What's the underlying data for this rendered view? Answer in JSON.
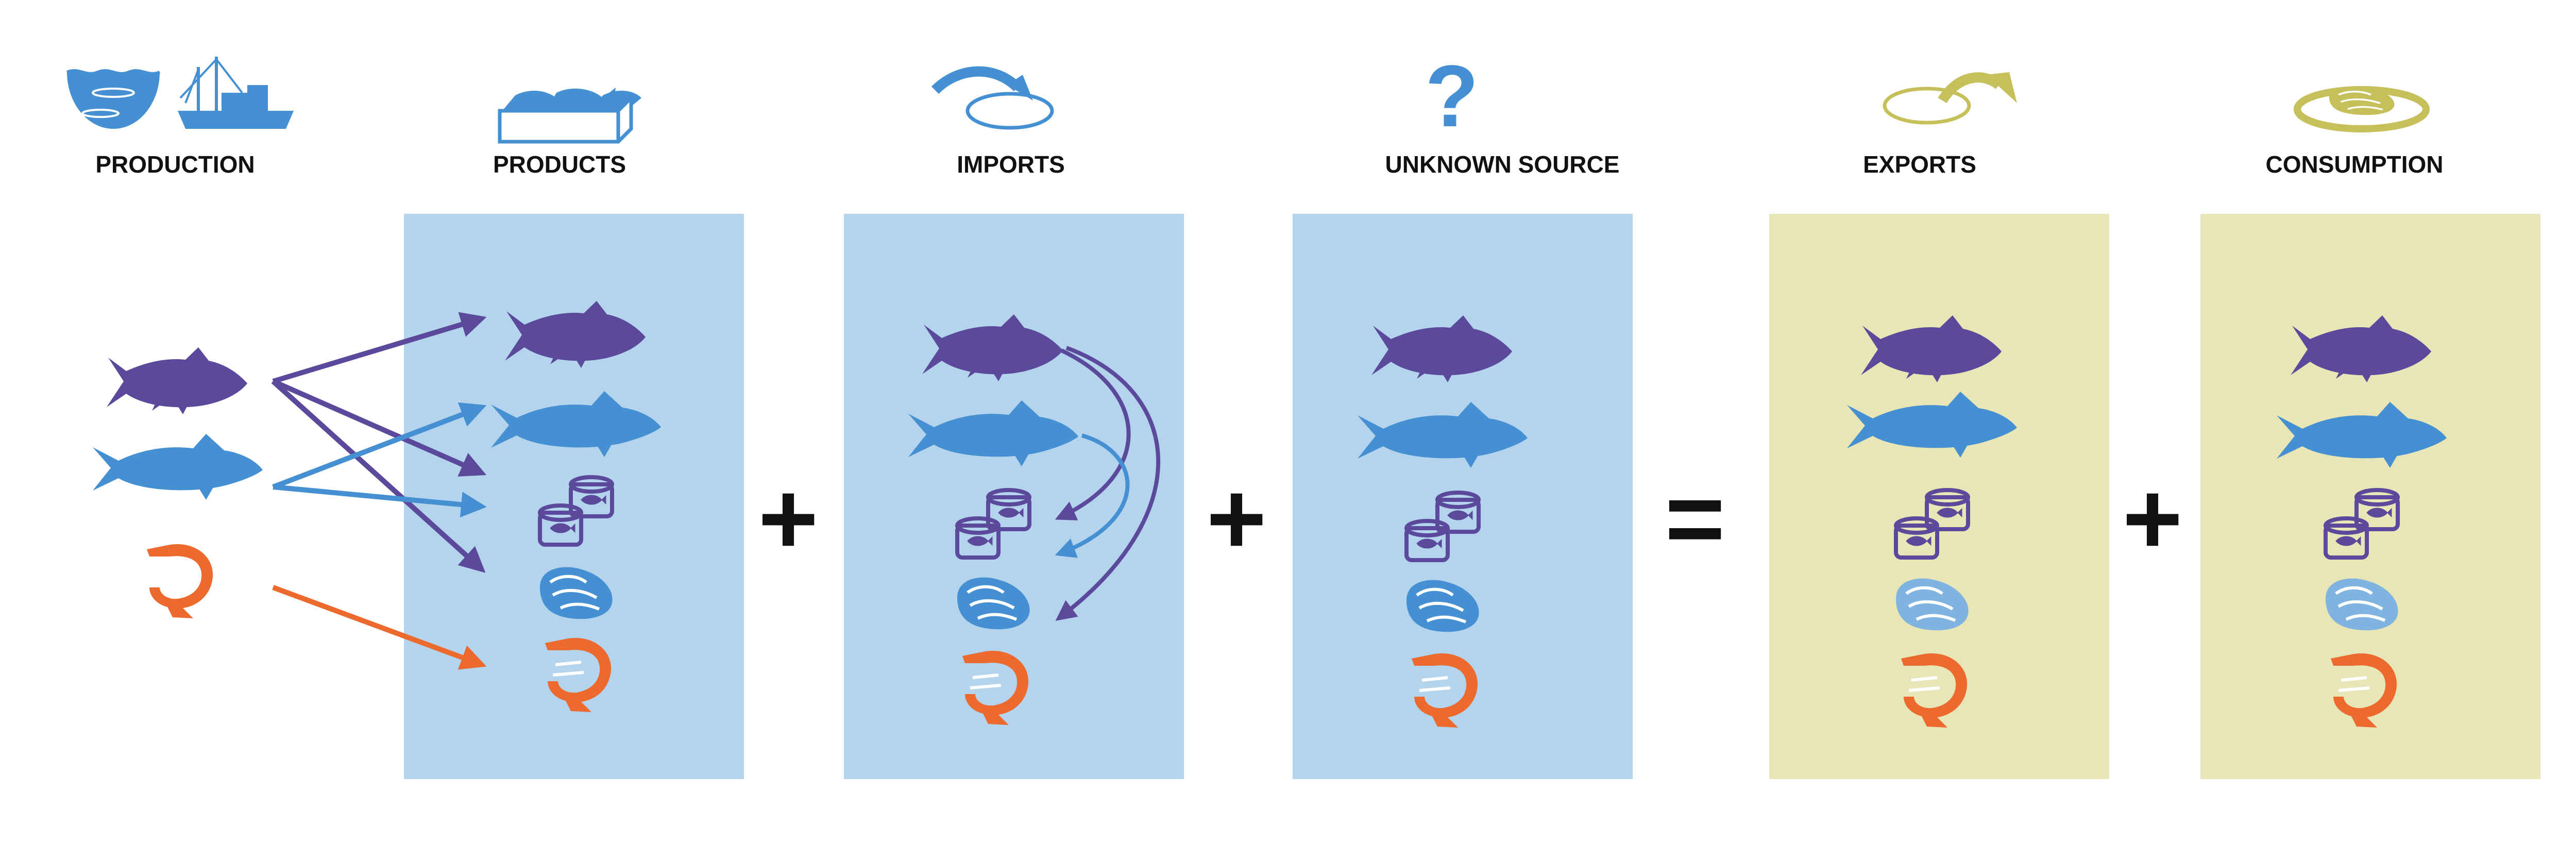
{
  "colors": {
    "blue_panel": "#b4d3ec",
    "yellow_panel": "#e8e5b6",
    "purple": "#5b4a9b",
    "blue": "#4590d2",
    "orange": "#ec6a2d",
    "olive": "#c6c05a",
    "text": "#111111"
  },
  "stages": [
    {
      "id": "production",
      "label": "PRODUCTION",
      "icon": "ocean-and-fishing-boat-icon"
    },
    {
      "id": "products",
      "label": "PRODUCTS",
      "icon": "crate-of-fish-icon"
    },
    {
      "id": "imports",
      "label": "IMPORTS",
      "icon": "incoming-arrow-icon"
    },
    {
      "id": "unknown",
      "label": "UNKNOWN SOURCE",
      "icon": "question-mark-icon",
      "symbol": "?"
    },
    {
      "id": "exports",
      "label": "EXPORTS",
      "icon": "outgoing-arrow-icon"
    },
    {
      "id": "consumption",
      "label": "CONSUMPTION",
      "icon": "plate-of-fish-icon"
    }
  ],
  "operators": [
    "+",
    "+",
    "=",
    "+"
  ],
  "production_items": [
    "tuna-icon",
    "salmon-icon",
    "shrimp-icon"
  ],
  "product_items": [
    "tuna-icon",
    "salmon-icon",
    "canned-fish-icon",
    "fish-steak-icon",
    "shrimp-icon"
  ]
}
